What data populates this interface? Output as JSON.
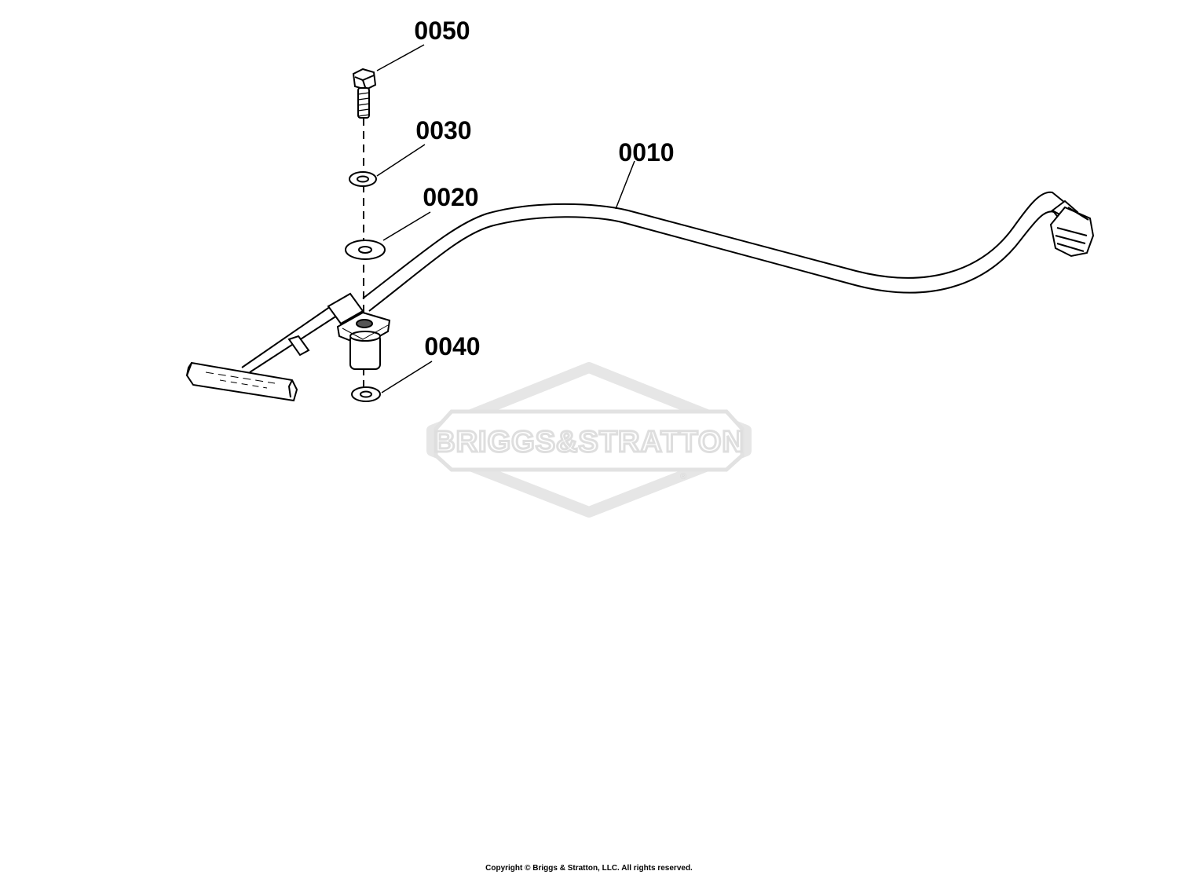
{
  "callouts": {
    "p0050": "0050",
    "p0030": "0030",
    "p0020": "0020",
    "p0010": "0010",
    "p0040": "0040"
  },
  "watermark": {
    "brand_text": "BRIGGS&STRATTON",
    "registered_mark": "®"
  },
  "footer": {
    "copyright": "Copyright © Briggs & Stratton, LLC. All rights reserved."
  },
  "colors": {
    "line": "#000000",
    "watermark": "#dedede",
    "background": "#ffffff"
  }
}
